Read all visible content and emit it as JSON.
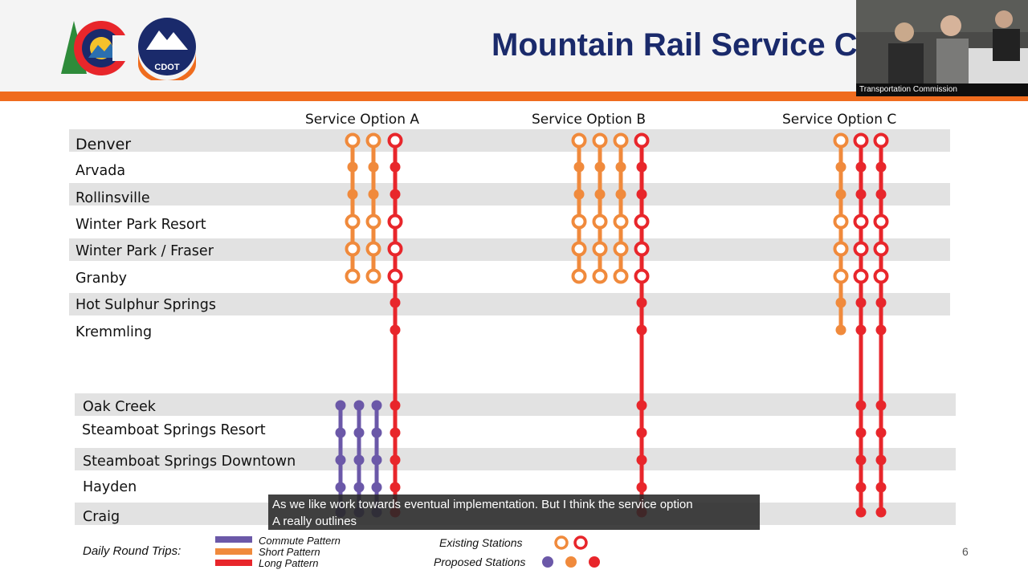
{
  "slide": {
    "title": "Mountain Rail Service C",
    "page_number": "6",
    "logo_text": "CDOT"
  },
  "video": {
    "caption": "Transportation Commission"
  },
  "options": [
    "Service Option A",
    "Service Option B",
    "Service Option C"
  ],
  "stations": [
    "Denver",
    "Arvada",
    "Rollinsville",
    "Winter Park Resort",
    "Winter Park / Fraser",
    "Granby",
    "Hot Sulphur Springs",
    "Kremmling",
    "Oak Creek",
    "Steamboat Springs Resort",
    "Steamboat Springs Downtown",
    "Hayden",
    "Craig"
  ],
  "subtitle": {
    "line1": "As we like work towards eventual implementation. But I think the service option",
    "line2": "A really outlines"
  },
  "legend": {
    "daily_label": "Daily Round Trips:",
    "patterns": [
      {
        "label": "Commute Pattern",
        "color": "#6b58a8"
      },
      {
        "label": "Short Pattern",
        "color": "#f08a3c"
      },
      {
        "label": "Long Pattern",
        "color": "#e8262b"
      }
    ],
    "existing_label": "Existing Stations",
    "proposed_label": "Proposed Stations"
  },
  "colors": {
    "commute": "#6b58a8",
    "short": "#f08a3c",
    "long": "#e8262b",
    "title": "#1a2a6b",
    "accent_bar": "#ef6c1e"
  }
}
